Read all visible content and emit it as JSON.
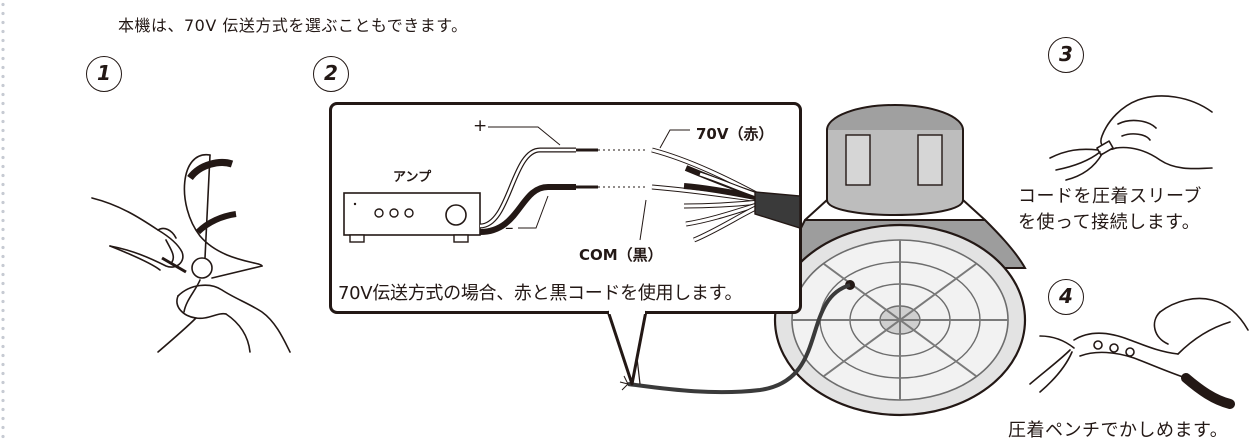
{
  "heading": "本機は、70V 伝送方式を選ぶこともできます。",
  "steps": [
    "1",
    "2",
    "3",
    "4"
  ],
  "callout": {
    "plus_label": "+",
    "minus_label": "–",
    "amp_label": "アンプ",
    "wire_70v_label": "70V（赤）",
    "wire_com_label": "COM（黒）",
    "note": "70V伝送方式の場合、赤と黒コードを使用します。"
  },
  "step3_caption": [
    "コードを圧着スリーブ",
    "を使って接続します。"
  ],
  "step4_caption": "圧着ペンチでかしめます。",
  "colors": {
    "ink": "#231815",
    "speaker_gray": "#8c8c8c",
    "cable": "#3a3a3a"
  }
}
